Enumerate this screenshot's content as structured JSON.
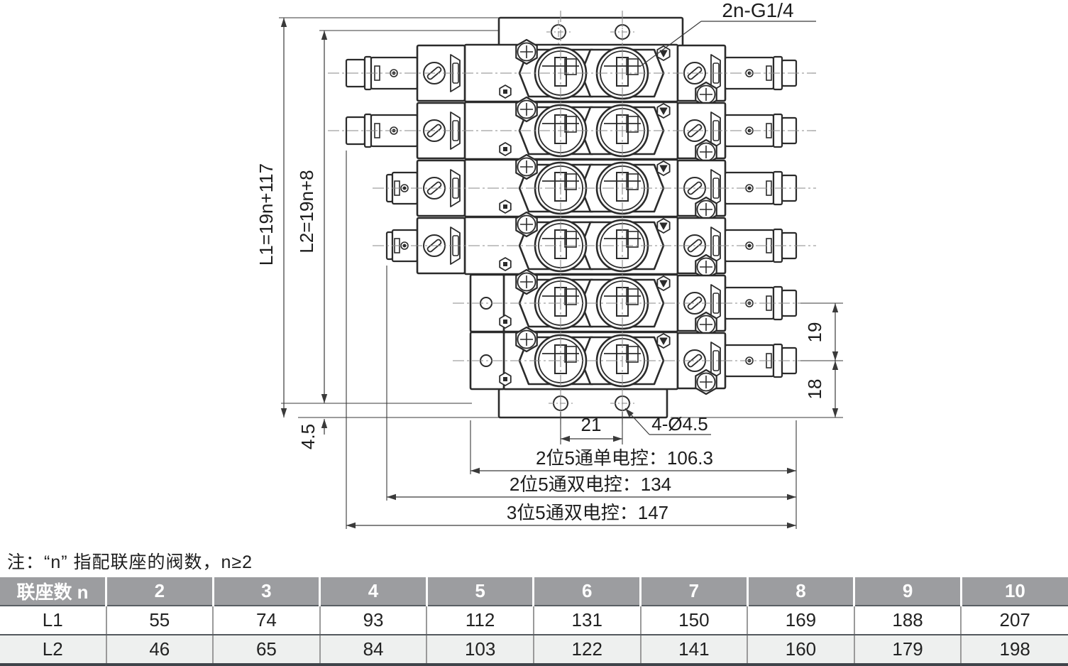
{
  "drawing": {
    "labels": {
      "port_callout": "2n-G1/4",
      "dim_l1": "L1=19n+117",
      "dim_l2": "L2=19n+8",
      "dim_19": "19",
      "dim_18": "18",
      "dim_4_5": "4.5",
      "dim_21": "21",
      "hole_callout": "4-Ø4.5",
      "dim_single_2pos5way": "2位5通单电控：106.3",
      "dim_double_2pos5way": "2位5通双电控：134",
      "dim_double_3pos5way": "3位5通双电控：147"
    }
  },
  "note": "注：“n” 指配联座的阀数，n≥2",
  "table": {
    "header": [
      "联座数 n",
      "2",
      "3",
      "4",
      "5",
      "6",
      "7",
      "8",
      "9",
      "10"
    ],
    "rows": [
      {
        "label": "L1",
        "values": [
          "55",
          "74",
          "93",
          "112",
          "131",
          "150",
          "169",
          "188",
          "207"
        ]
      },
      {
        "label": "L2",
        "values": [
          "46",
          "65",
          "84",
          "103",
          "122",
          "141",
          "160",
          "179",
          "198"
        ]
      }
    ]
  },
  "colors": {
    "outline": "#2b2b2b",
    "dimension": "#3a3a3a",
    "centerline": "#8a8a8a",
    "table_header_bg": "#9c9da0",
    "table_alt_row_bg": "#eef0ef"
  }
}
